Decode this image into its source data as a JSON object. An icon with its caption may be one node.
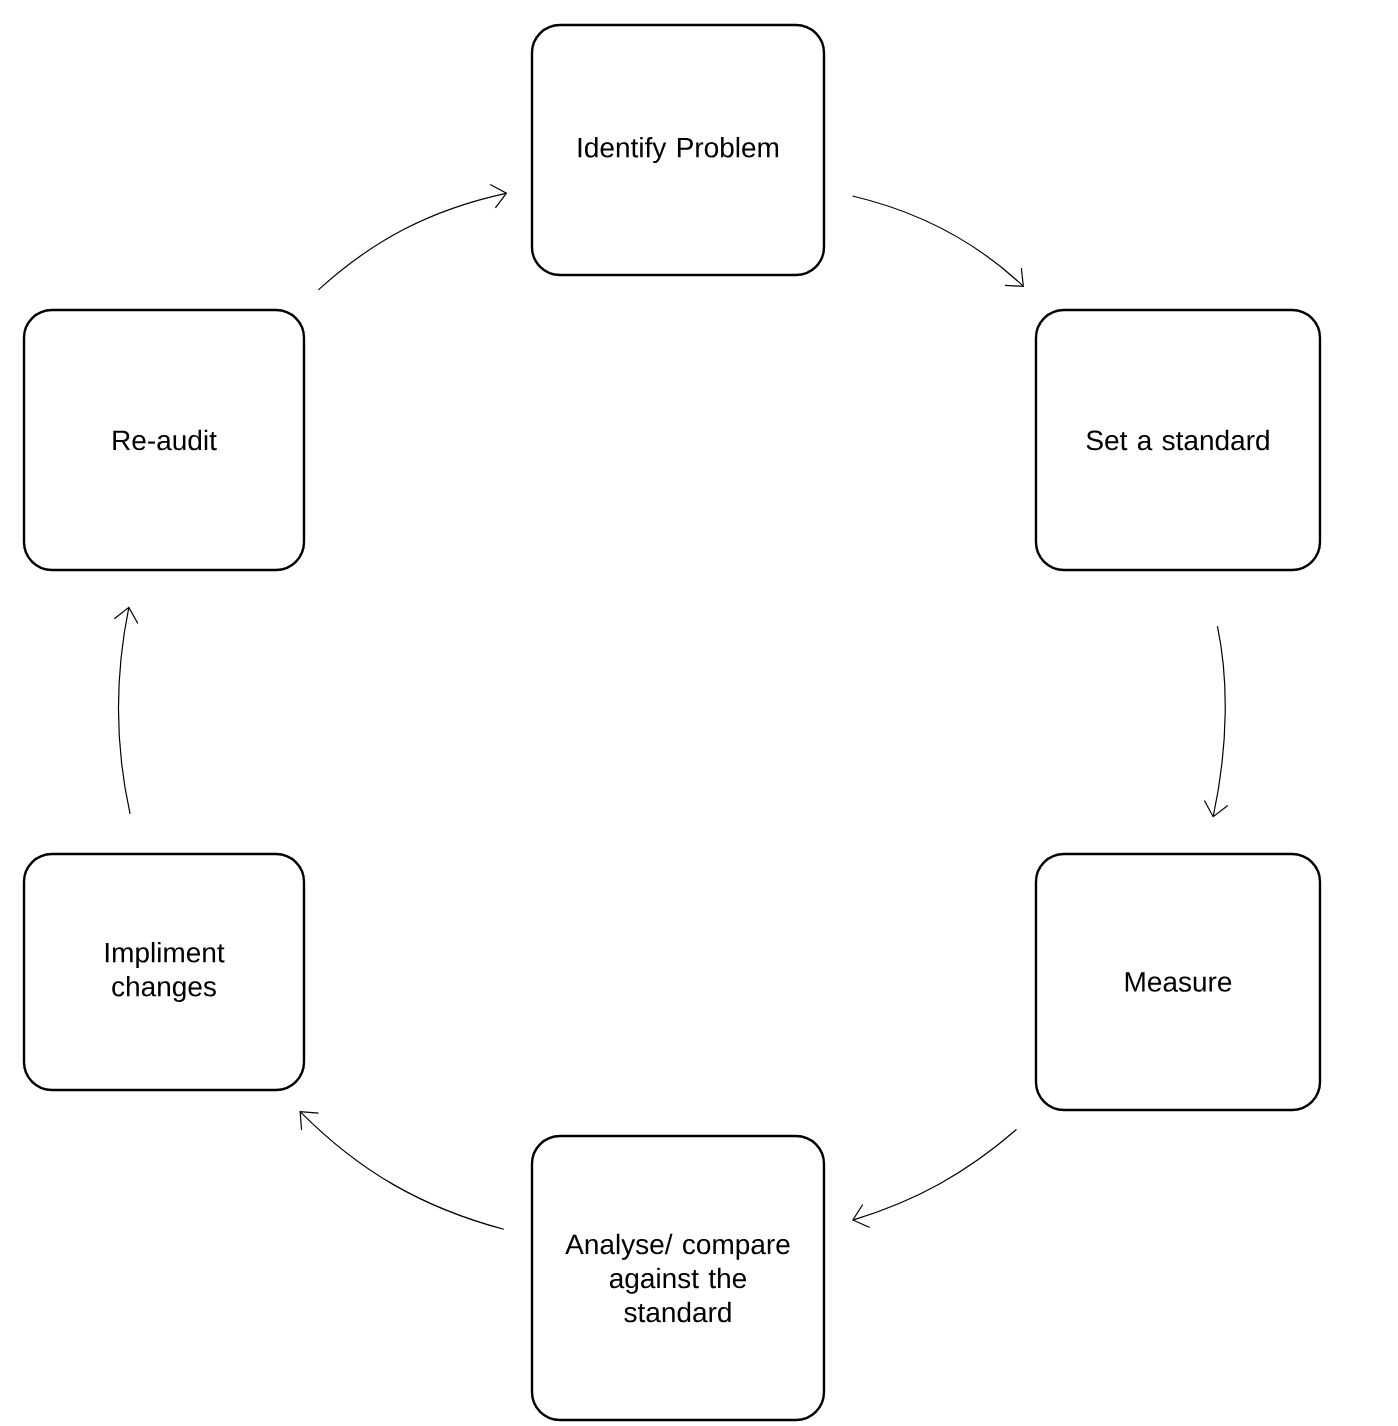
{
  "diagram": {
    "nodes": [
      {
        "text": [
          "Identify Problem"
        ]
      },
      {
        "text": [
          "Set a standard"
        ]
      },
      {
        "text": [
          "Measure"
        ]
      },
      {
        "text": [
          "Analyse/ compare against the standard"
        ]
      },
      {
        "text": [
          "Impliment changes"
        ]
      },
      {
        "text": [
          "Re-audit"
        ]
      }
    ],
    "edges": [
      {
        "from": 0,
        "to": 1,
        "arrow": "to"
      },
      {
        "from": 1,
        "to": 2,
        "arrow": "to"
      },
      {
        "from": 2,
        "to": 3,
        "arrow": "to"
      },
      {
        "from": 3,
        "to": 4,
        "arrow": "to"
      },
      {
        "from": 4,
        "to": 5,
        "arrow": "to"
      },
      {
        "from": 5,
        "to": 0,
        "arrow": "to"
      }
    ]
  }
}
